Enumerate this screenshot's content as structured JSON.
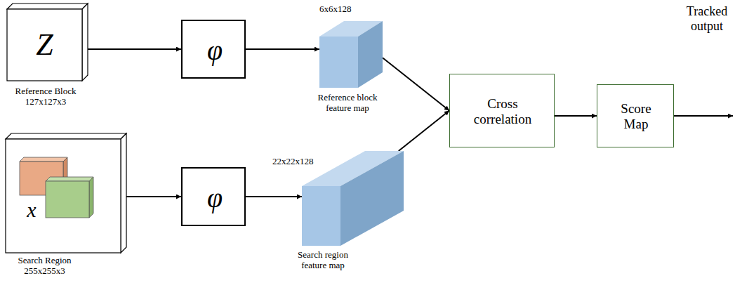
{
  "diagram": {
    "nodes": [
      {
        "text": [
          "Z",
          "Reference Block 127x127x3"
        ]
      },
      {
        "text": [
          "φ"
        ]
      },
      {
        "text": [
          "6x6x128",
          "Reference block feature map"
        ]
      },
      {
        "text": [
          "x",
          "Search Region 255x255x3"
        ]
      },
      {
        "text": [
          "φ"
        ]
      },
      {
        "text": [
          "22x22x128",
          "Search region feature map"
        ]
      },
      {
        "text": [
          "Cross correlation"
        ]
      },
      {
        "text": [
          "Score Map"
        ]
      }
    ],
    "edges": [
      {
        "from": 0,
        "to": 1,
        "arrow": "to"
      },
      {
        "from": 1,
        "to": 2,
        "arrow": "to"
      },
      {
        "from": 3,
        "to": 4,
        "arrow": "to"
      },
      {
        "from": 4,
        "to": 5,
        "arrow": "to"
      },
      {
        "from": 2,
        "to": 6,
        "arrow": "to"
      },
      {
        "from": 5,
        "to": 6,
        "arrow": "to"
      },
      {
        "from": 6,
        "to": 7,
        "arrow": "to"
      }
    ],
    "labels": [
      "Tracked output"
    ]
  }
}
